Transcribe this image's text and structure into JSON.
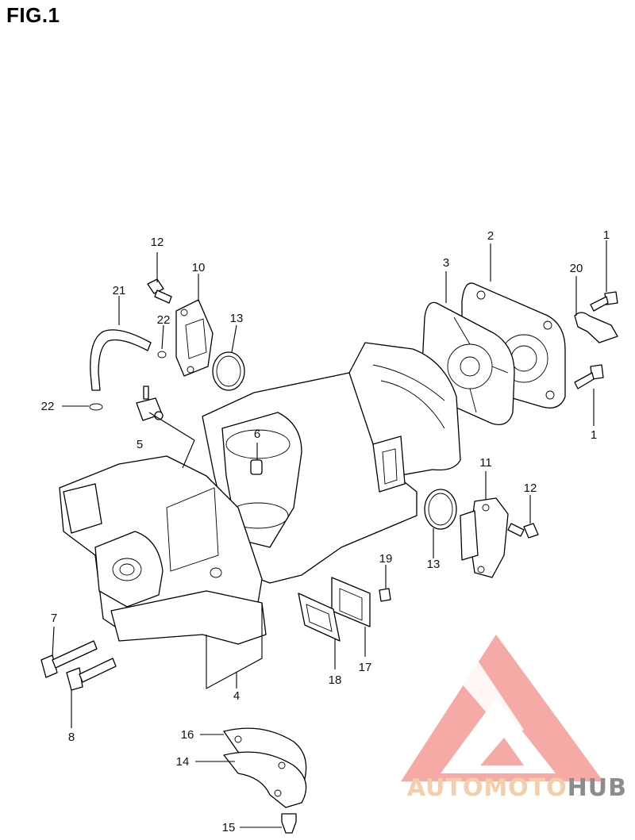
{
  "figure": {
    "title": "FIG.1"
  },
  "callouts": [
    {
      "id": "c-12a",
      "label": "12"
    },
    {
      "id": "c-10",
      "label": "10"
    },
    {
      "id": "c-21",
      "label": "21"
    },
    {
      "id": "c-22a",
      "label": "22"
    },
    {
      "id": "c-13a",
      "label": "13"
    },
    {
      "id": "c-22b",
      "label": "22"
    },
    {
      "id": "c-5",
      "label": "5"
    },
    {
      "id": "c-6",
      "label": "6"
    },
    {
      "id": "c-3",
      "label": "3"
    },
    {
      "id": "c-2",
      "label": "2"
    },
    {
      "id": "c-1a",
      "label": "1"
    },
    {
      "id": "c-20",
      "label": "20"
    },
    {
      "id": "c-1b",
      "label": "1"
    },
    {
      "id": "c-11",
      "label": "11"
    },
    {
      "id": "c-12b",
      "label": "12"
    },
    {
      "id": "c-13b",
      "label": "13"
    },
    {
      "id": "c-19",
      "label": "19"
    },
    {
      "id": "c-7",
      "label": "7"
    },
    {
      "id": "c-8",
      "label": "8"
    },
    {
      "id": "c-4",
      "label": "4"
    },
    {
      "id": "c-18",
      "label": "18"
    },
    {
      "id": "c-17",
      "label": "17"
    },
    {
      "id": "c-16",
      "label": "16"
    },
    {
      "id": "c-14",
      "label": "14"
    },
    {
      "id": "c-15",
      "label": "15"
    }
  ],
  "watermark": {
    "text_part1": "AUTOMOTO",
    "text_part2": "HUB",
    "logo_color": "#f39b96",
    "text_color_1": "#f6cda9",
    "text_color_2": "#8c8c8c"
  }
}
